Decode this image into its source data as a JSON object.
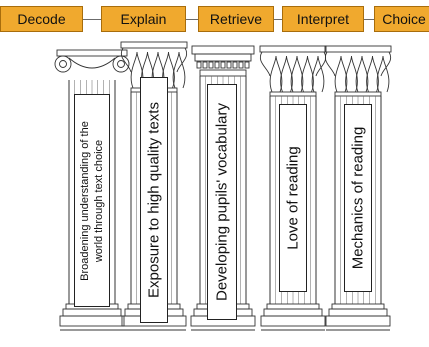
{
  "steps": [
    {
      "label": "Decode"
    },
    {
      "label": "Explain"
    },
    {
      "label": "Retrieve"
    },
    {
      "label": "Interpret"
    },
    {
      "label": "Choice"
    }
  ],
  "pillars": [
    {
      "line1": "Broadening understanding of the",
      "line2": "world through text choice",
      "capital": "ionic"
    },
    {
      "line1": "Exposure to high quality texts",
      "capital": "corinthian"
    },
    {
      "line1": "Developing pupils' vocabulary",
      "capital": "doric"
    },
    {
      "line1": "Love of reading",
      "capital": "corinthian"
    },
    {
      "line1": "Mechanics of reading",
      "capital": "corinthian"
    }
  ],
  "colors": {
    "step_fill": "#f0a92e",
    "step_border": "#a86d0c",
    "line": "#6b6b6b",
    "ink": "#333333"
  }
}
